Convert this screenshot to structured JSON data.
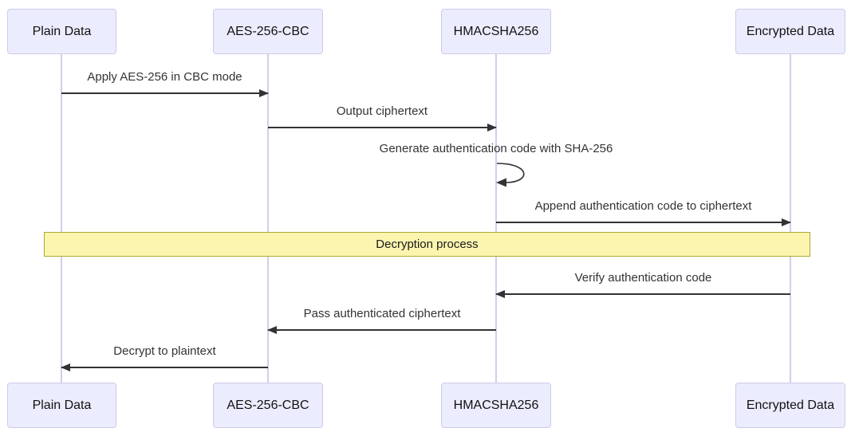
{
  "diagram": {
    "type": "sequence-diagram",
    "topic": "AES-256-CBC encryption with HMACSHA256 authentication"
  },
  "actors": [
    {
      "label": "Plain Data"
    },
    {
      "label": "AES-256-CBC"
    },
    {
      "label": "HMACSHA256"
    },
    {
      "label": "Encrypted Data"
    }
  ],
  "messages": [
    {
      "from": "Plain Data",
      "to": "AES-256-CBC",
      "direction": "right",
      "label": "Apply AES-256 in CBC mode"
    },
    {
      "from": "AES-256-CBC",
      "to": "HMACSHA256",
      "direction": "right",
      "label": "Output ciphertext"
    },
    {
      "from": "HMACSHA256",
      "to": "HMACSHA256",
      "direction": "self",
      "label": "Generate authentication code with SHA-256"
    },
    {
      "from": "HMACSHA256",
      "to": "Encrypted Data",
      "direction": "right",
      "label": "Append authentication code to ciphertext"
    },
    {
      "from": "Encrypted Data",
      "to": "HMACSHA256",
      "direction": "left",
      "label": "Verify authentication code"
    },
    {
      "from": "HMACSHA256",
      "to": "AES-256-CBC",
      "direction": "left",
      "label": "Pass authenticated ciphertext"
    },
    {
      "from": "AES-256-CBC",
      "to": "Plain Data",
      "direction": "left",
      "label": "Decrypt to plaintext"
    }
  ],
  "band": {
    "label": "Decryption process"
  },
  "colors": {
    "actor_fill": "#ececff",
    "actor_border": "#cfcbe8",
    "lifeline": "#d5ccec",
    "arrow": "#333333",
    "message_text": "#333333",
    "band_fill": "#fbf5b0",
    "band_border": "#aaaa33",
    "background": "#ffffff"
  }
}
